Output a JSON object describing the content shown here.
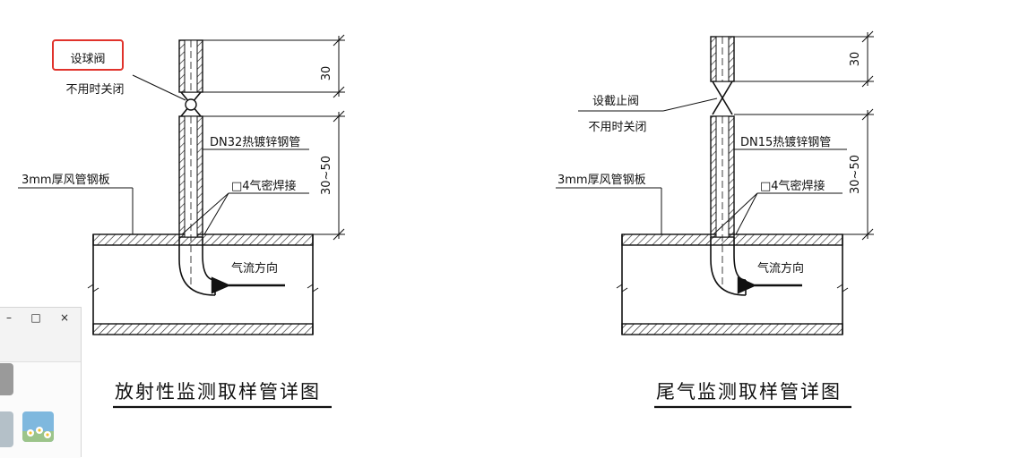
{
  "left_figure": {
    "title": "放射性监测取样管详图",
    "valve_label": "设球阀",
    "valve_note": "不用时关闭",
    "pipe_label": "DN32热镀锌钢管",
    "plate_label": "3mm厚风管钢板",
    "weld_label": "□4气密焊接",
    "flow_label": "气流方向",
    "dim_top": "30",
    "dim_side": "30~50"
  },
  "right_figure": {
    "title": "尾气监测取样管详图",
    "valve_label": "设截止阀",
    "valve_note": "不用时关闭",
    "pipe_label": "DN15热镀锌钢管",
    "plate_label": "3mm厚风管钢板",
    "weld_label": "□4气密焊接",
    "flow_label": "气流方向",
    "dim_top": "30",
    "dim_side": "30~50"
  },
  "highlight_color": "#e0322b",
  "mini_window": {
    "minimize_icon": "minimize-icon",
    "maximize_icon": "maximize-icon",
    "close_icon": "close-icon",
    "minimize_glyph": "–",
    "maximize_glyph": "□",
    "close_glyph": "×"
  }
}
